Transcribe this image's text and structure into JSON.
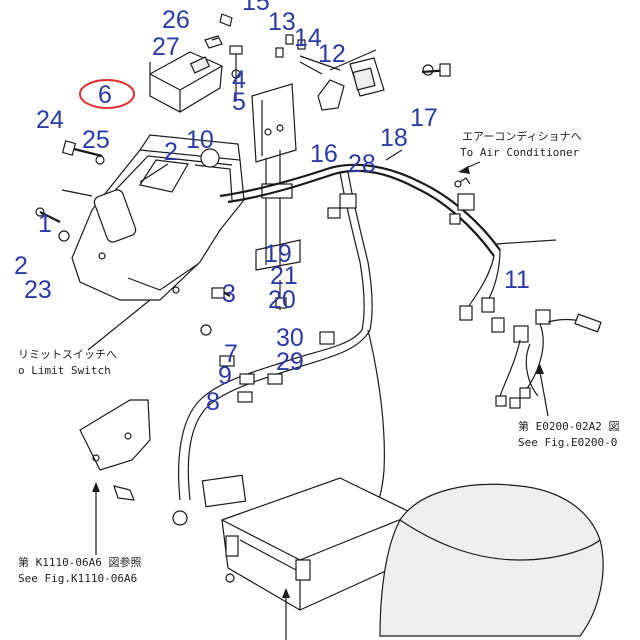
{
  "callouts": {
    "n26": "26",
    "n15": "15",
    "n13": "13",
    "n14": "14",
    "n27": "27",
    "n12": "12",
    "n4": "4",
    "n6": "6",
    "n5": "5",
    "n17": "17",
    "n24": "24",
    "n25": "25",
    "n2a": "2",
    "n10": "10",
    "n18": "18",
    "n16": "16",
    "n28": "28",
    "n1": "1",
    "n19": "19",
    "n21": "21",
    "n2b": "2",
    "n23": "23",
    "n3": "3",
    "n20": "20",
    "n11": "11",
    "n30": "30",
    "n7": "7",
    "n29": "29",
    "n9": "9",
    "n8": "8"
  },
  "notes": {
    "aircon_jp": "エアーコンディショナへ",
    "aircon_en": "To Air Conditioner",
    "limit_jp": "リミットスイッチへ",
    "limit_en": "o Limit Switch",
    "fig_e0200_jp": "第 E0200-02A2 図",
    "fig_e0200_en": "See Fig.E0200-0",
    "fig_k1110_jp": "第 K1110-06A6 図参照",
    "fig_k1110_en": "See Fig.K1110-06A6"
  },
  "highlight_color": "#e03030",
  "callout_color": "#2a3ba8"
}
